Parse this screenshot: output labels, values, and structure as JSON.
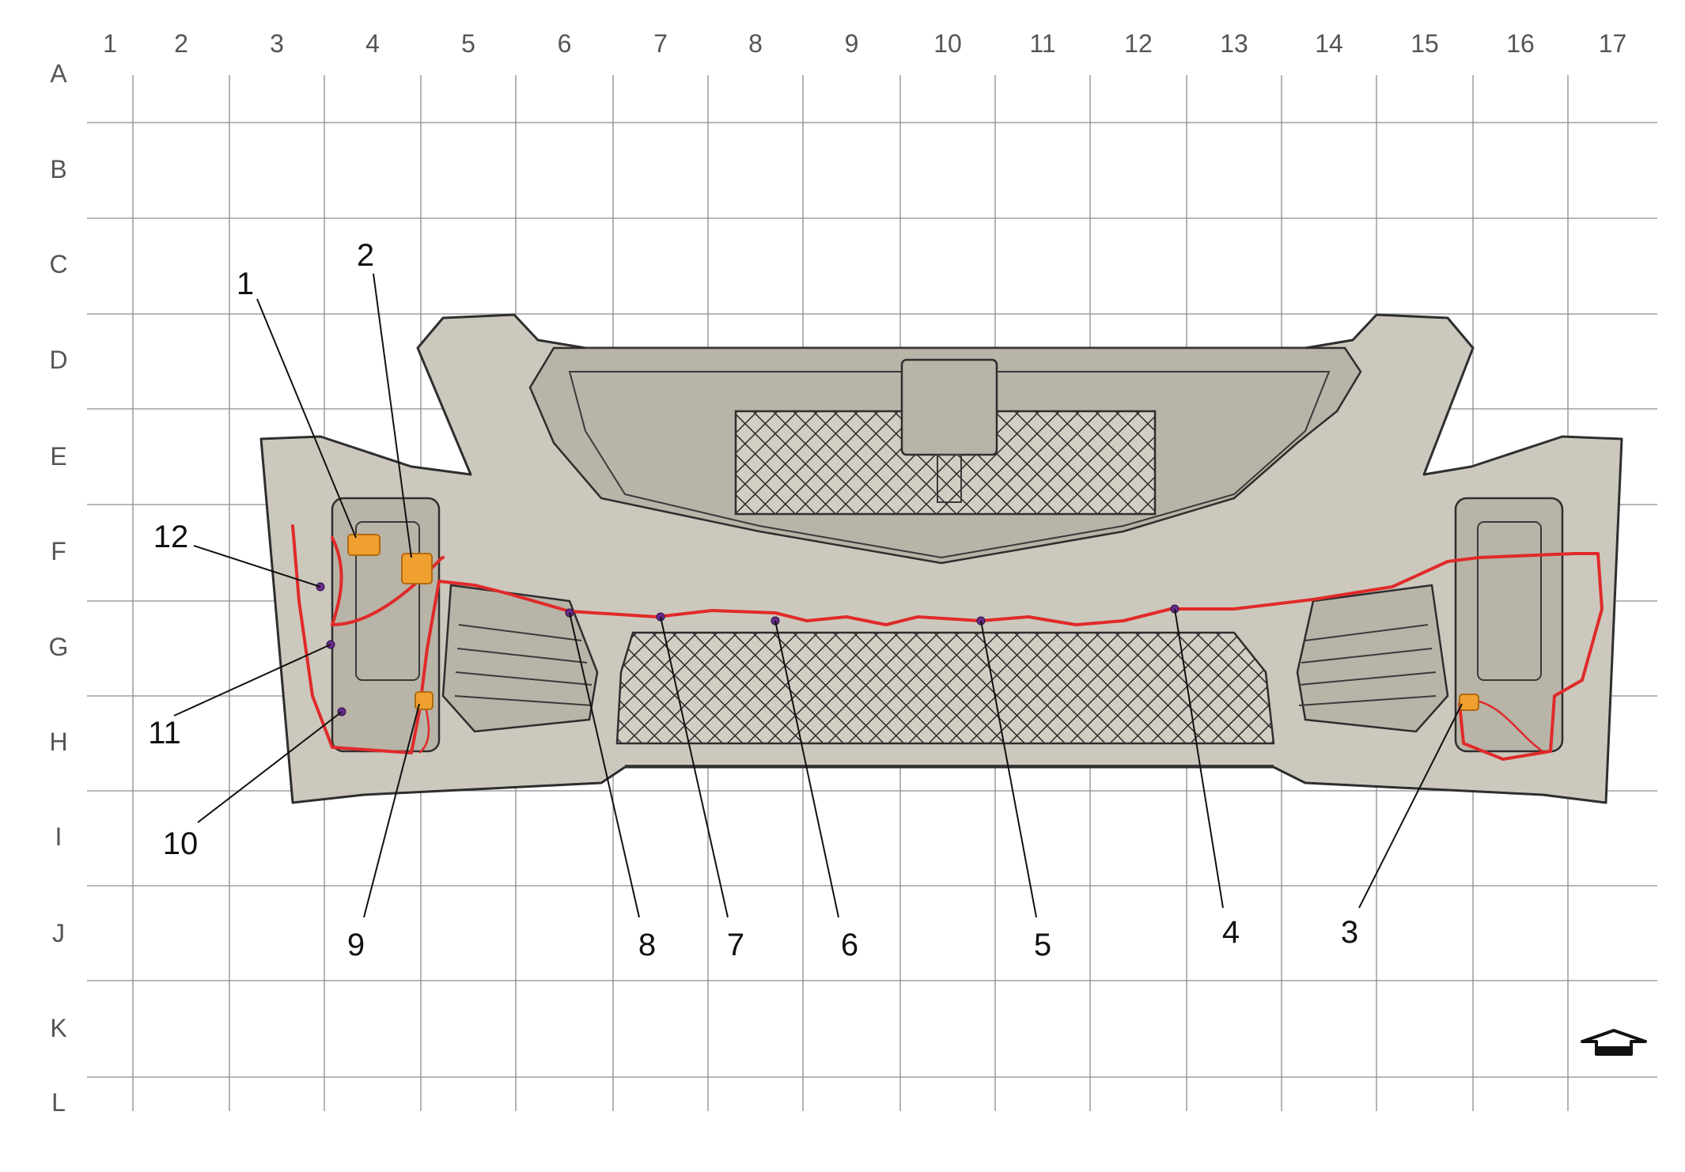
{
  "grid": {
    "columns": [
      "1",
      "2",
      "3",
      "4",
      "5",
      "6",
      "7",
      "8",
      "9",
      "10",
      "11",
      "12",
      "13",
      "14",
      "15",
      "16",
      "17"
    ],
    "rows": [
      "A",
      "B",
      "C",
      "D",
      "E",
      "F",
      "G",
      "H",
      "I",
      "J",
      "K",
      "L"
    ]
  },
  "callouts": [
    "1",
    "2",
    "3",
    "4",
    "5",
    "6",
    "7",
    "8",
    "9",
    "10",
    "11",
    "12"
  ],
  "colors": {
    "harness": "#e02a2a",
    "connector": "#f0a030",
    "clip": "#6a2b8c",
    "bumper_fill": "#ccc8bd",
    "grid": "#8c8c8c"
  },
  "icons": {
    "orientation": "front-direction-arrow-icon"
  }
}
